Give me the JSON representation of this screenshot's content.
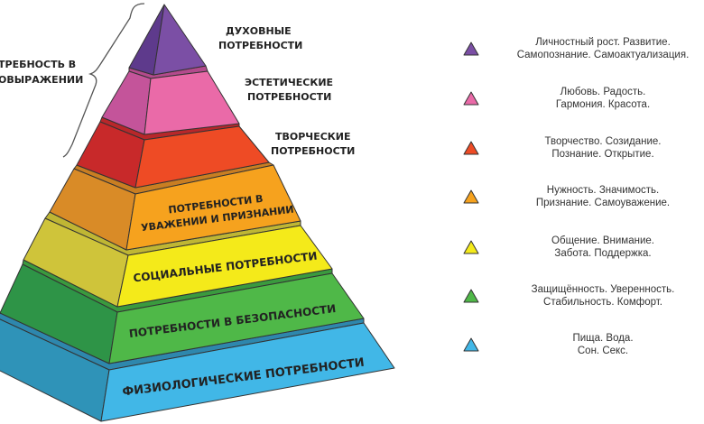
{
  "bracket_label": {
    "line1": "ТРЕБНОСТЬ В",
    "line2": "ОВЫРАЖЕНИИ"
  },
  "side_labels": [
    {
      "line1": "ДУХОВНЫЕ",
      "line2": "ПОТРЕБНОСТИ"
    },
    {
      "line1": "ЭСТЕТИЧЕСКИЕ",
      "line2": "ПОТРЕБНОСТИ"
    },
    {
      "line1": "ТВОРЧЕСКИЕ",
      "line2": "ПОТРЕБНОСТИ"
    }
  ],
  "tier_labels": [
    {
      "line1": "ПОТРЕБНОСТИ В",
      "line2": "УВАЖЕНИИ И ПРИЗНАНИИ"
    },
    {
      "line1": "СОЦИАЛЬНЫЕ ПОТРЕБНОСТИ"
    },
    {
      "line1": "ПОТРЕБНОСТИ В БЕЗОПАСНОСТИ"
    },
    {
      "line1": "ФИЗИОЛОГИЧЕСКИЕ ПОТРЕБНОСТИ"
    }
  ],
  "legend": [
    {
      "line1": "Личностный рост. Развитие.",
      "line2": "Самопознание. Самоактуализация.",
      "color": "#7b4fa5"
    },
    {
      "line1": "Любовь. Радость.",
      "line2": "Гармония. Красота.",
      "color": "#ea6aa8"
    },
    {
      "line1": "Творчество. Созидание.",
      "line2": "Познание. Открытие.",
      "color": "#ee4b25"
    },
    {
      "line1": "Нужность. Значимость.",
      "line2": "Признание. Самоуважение.",
      "color": "#f6a21e"
    },
    {
      "line1": "Общение. Внимание.",
      "line2": "Забота. Поддержка.",
      "color": "#f4ea1a"
    },
    {
      "line1": "Защищённость. Уверенность.",
      "line2": "Стабильность. Комфорт.",
      "color": "#4fb848"
    },
    {
      "line1": "Пища. Вода.",
      "line2": "Сон. Секс.",
      "color": "#41b7e7"
    }
  ]
}
